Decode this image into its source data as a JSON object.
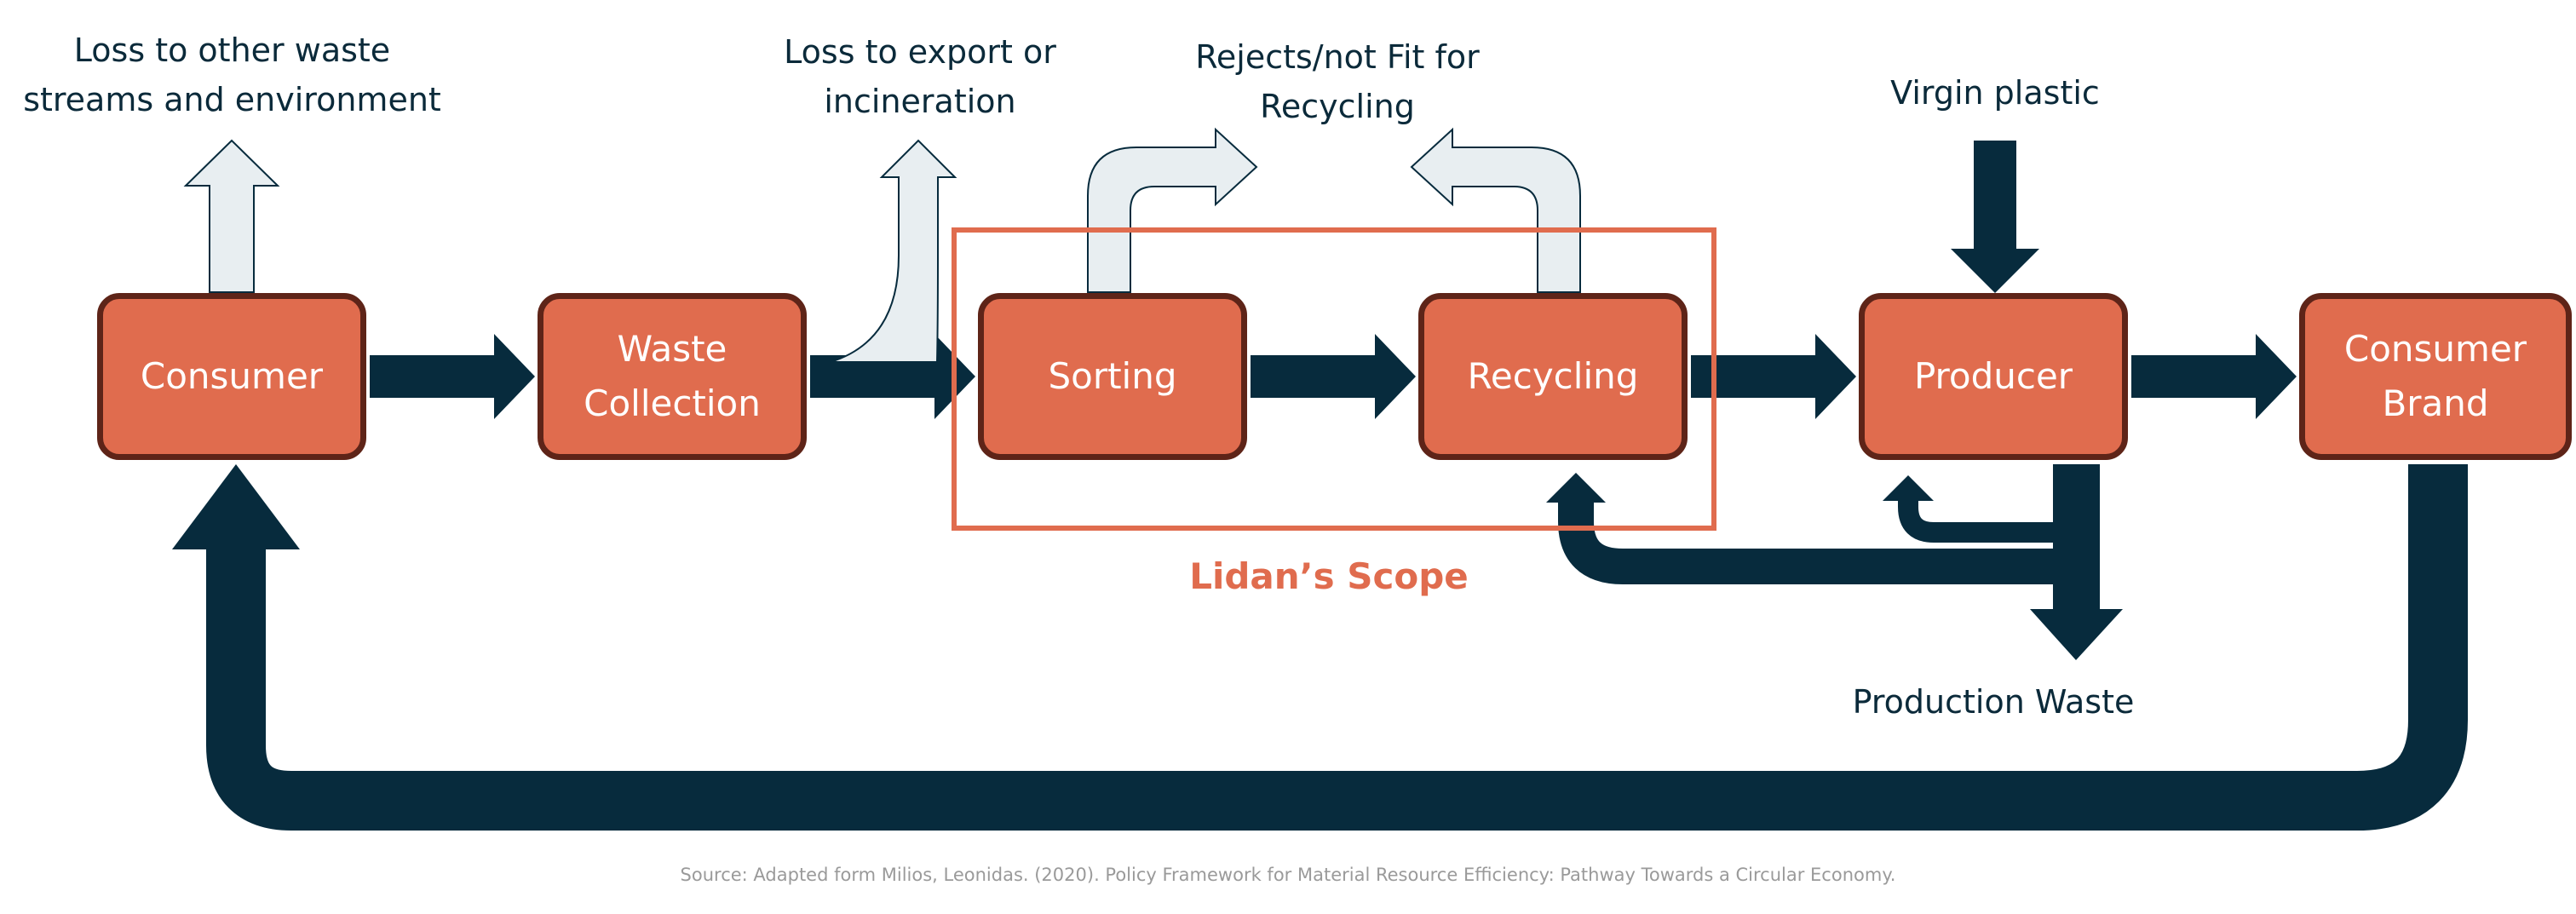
{
  "colors": {
    "node_fill": "#e06c4e",
    "node_border": "#5e2418",
    "flow_arrow": "#072b3d",
    "loss_arrow_fill": "#e8eef1",
    "scope_box": "#e06c4e",
    "label_text": "#0b2a3a",
    "source_text": "#9a9a9a"
  },
  "nodes": {
    "consumer": "Consumer",
    "waste_collection": [
      "Waste",
      "Collection"
    ],
    "sorting": "Sorting",
    "recycling": "Recycling",
    "producer": "Producer",
    "consumer_brand": [
      "Consumer",
      "Brand"
    ]
  },
  "labels": {
    "loss_environment": [
      "Loss to other waste",
      "streams and environment"
    ],
    "loss_export": [
      "Loss to export or",
      "incineration"
    ],
    "rejects": [
      "Rejects/not Fit for",
      "Recycling"
    ],
    "virgin_plastic": "Virgin plastic",
    "production_waste": "Production Waste"
  },
  "scope": {
    "label": "Lidan’s Scope"
  },
  "source": "Source: Adapted form Milios, Leonidas. (2020). Policy Framework for Material Resource Efficiency: Pathway Towards a Circular Economy."
}
